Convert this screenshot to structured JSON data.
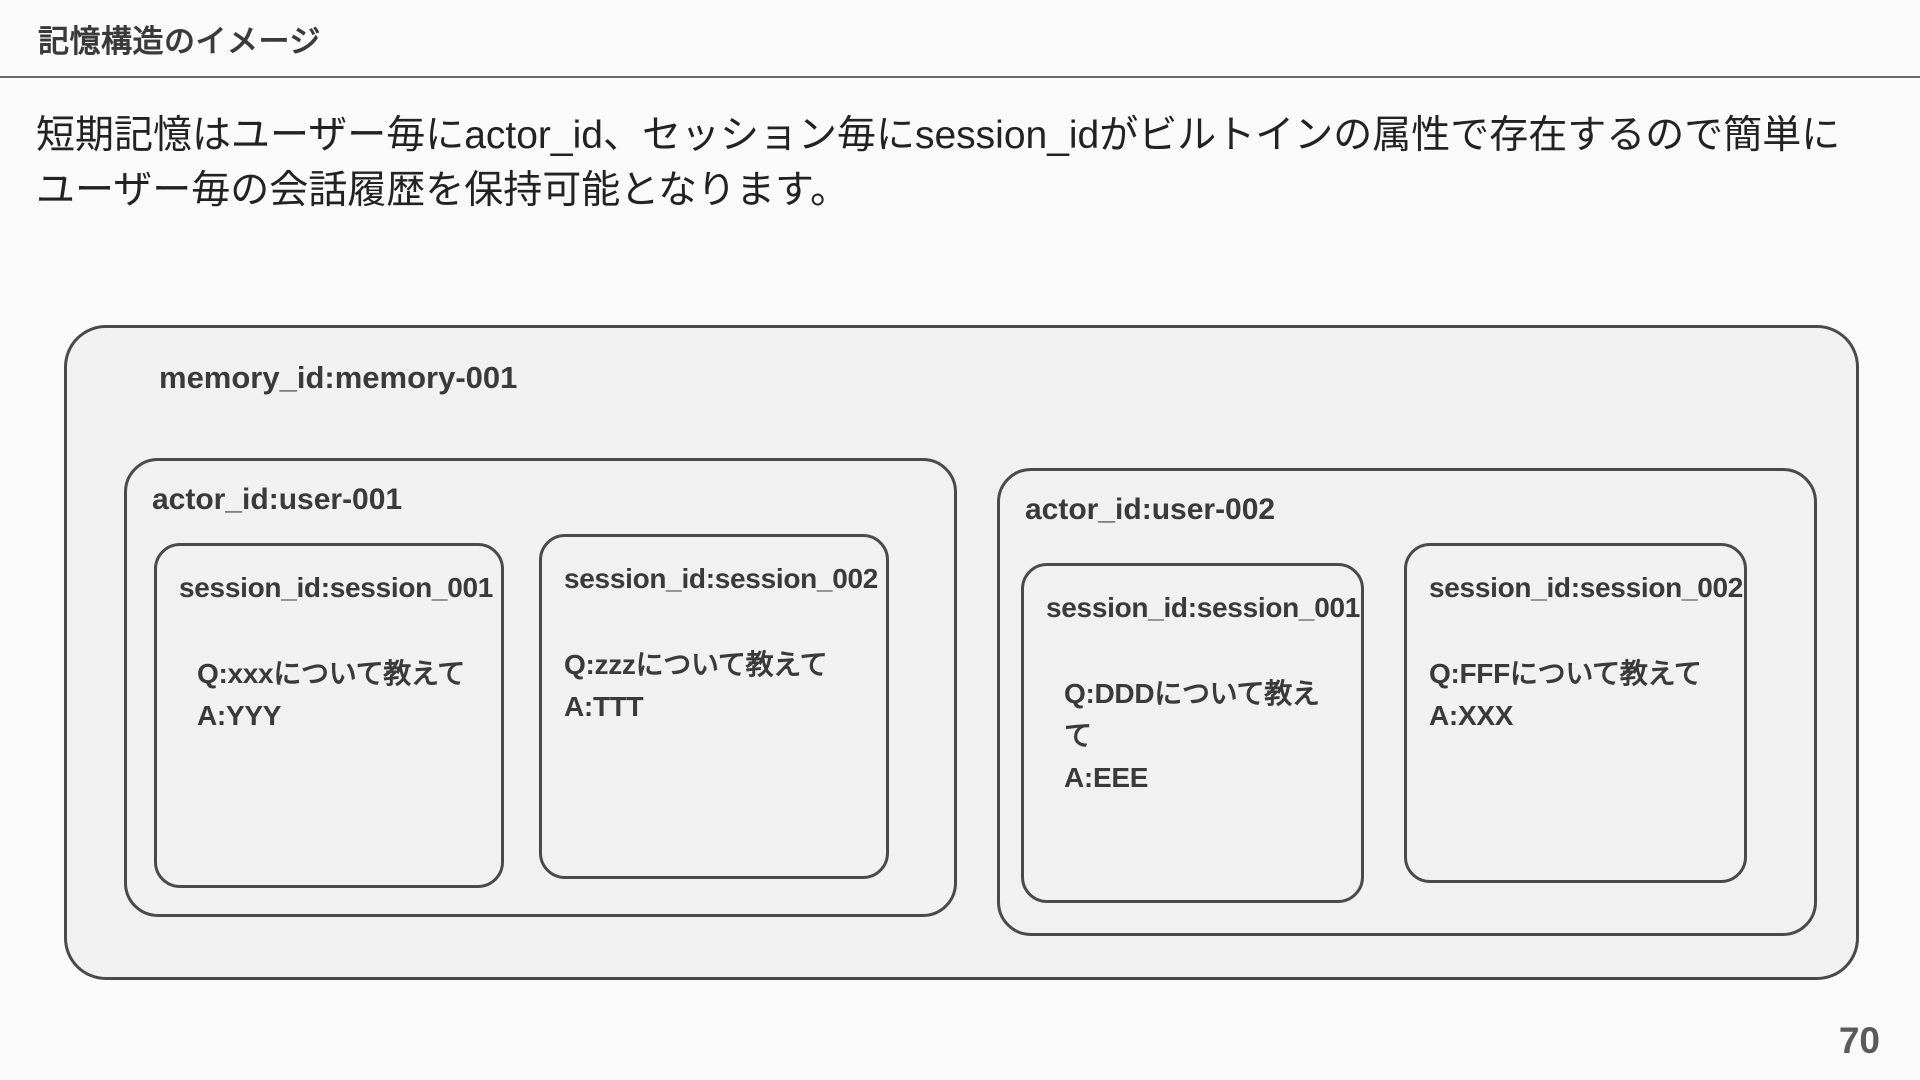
{
  "header": {
    "title": "記憶構造のイメージ"
  },
  "lead": {
    "text": "短期記憶はユーザー毎にactor_id、セッション毎にsession_idがビルトインの属性で存在するので簡単にユーザー毎の会話履歴を保持可能となります。"
  },
  "diagram": {
    "memory_label": "memory_id:memory-001",
    "actors": [
      {
        "label": "actor_id:user-001",
        "sessions": [
          {
            "session_id": "session_id:session_001",
            "qa": "Q:xxxについて教えて\nA:YYY",
            "indented": true
          },
          {
            "session_id": "session_id:session_002",
            "qa": "Q:zzzについて教えて\nA:TTT",
            "indented": false
          }
        ]
      },
      {
        "label": "actor_id:user-002",
        "sessions": [
          {
            "session_id": "session_id:session_001",
            "qa": "Q:DDDについて教えて\nA:EEE",
            "indented": true
          },
          {
            "session_id": "session_id:session_002",
            "qa": "Q:FFFについて教えて\nA:XXX",
            "indented": false
          }
        ]
      }
    ]
  },
  "footer": {
    "page_number": "70"
  },
  "colors": {
    "background": "#fafafa",
    "box_fill": "#f1f1f1",
    "box_border": "#4a4a4a",
    "text": "#3a3a3a",
    "body_text": "#222222"
  }
}
